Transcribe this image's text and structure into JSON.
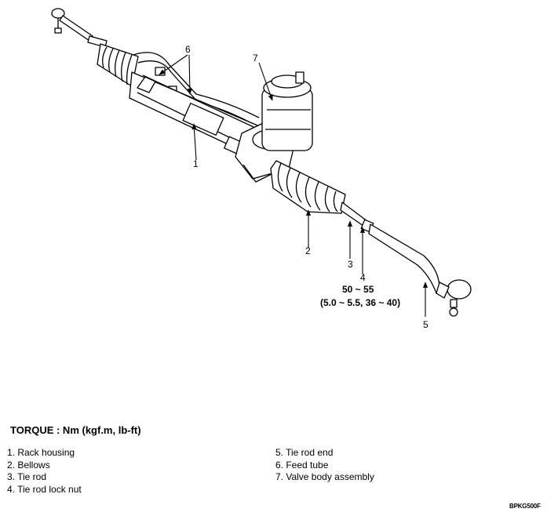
{
  "diagram": {
    "callouts": [
      "1",
      "2",
      "3",
      "4",
      "5",
      "6",
      "7"
    ],
    "torque_value": "50 ~ 55",
    "torque_alt": "(5.0 ~ 5.5, 36 ~ 40)"
  },
  "torque_heading": "TORQUE : Nm (kgf.m, lb-ft)",
  "legend": {
    "left": [
      "1. Rack housing",
      "2. Bellows",
      "3. Tie rod",
      "4. Tie rod lock nut"
    ],
    "right": [
      "5. Tie rod end",
      "6. Feed tube",
      "7. Valve body assembly"
    ]
  },
  "figure_code": "BPKG500F"
}
